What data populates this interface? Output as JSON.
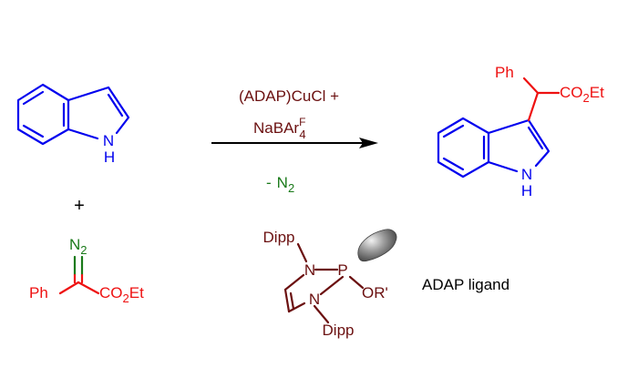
{
  "colors": {
    "indole": "#0000ee",
    "diazo_group": "#1a7a1a",
    "carbene_fragment": "#ee1111",
    "catalyst": "#6b1010",
    "arrow": "#000000",
    "bulk_shape": "#7a7a7a"
  },
  "reactant_indole": {
    "nh_label": "N",
    "h_label": "H"
  },
  "plus_sign": "+",
  "reactant_diazo": {
    "n2_label": "N",
    "n2_sub": "2",
    "ph_label": "Ph",
    "ester_label": "CO",
    "ester_sub": "2",
    "ester_tail": "Et"
  },
  "reaction_conditions": {
    "catalyst_line": "(ADAP)CuCl +",
    "additive_main": "NaBAr",
    "additive_sup": "F",
    "additive_sub": "4",
    "byproduct_dash": "-",
    "byproduct_main": "N",
    "byproduct_sub": "2"
  },
  "product": {
    "ph_label": "Ph",
    "ester_label": "CO",
    "ester_sub": "2",
    "ester_tail": "Et",
    "nh_label": "N",
    "h_label": "H"
  },
  "ligand": {
    "top_substituent": "Dipp",
    "bottom_substituent": "Dipp",
    "n1_label": "N",
    "n2_label": "N",
    "p_label": "P",
    "or_label": "OR'",
    "caption": "ADAP ligand"
  }
}
